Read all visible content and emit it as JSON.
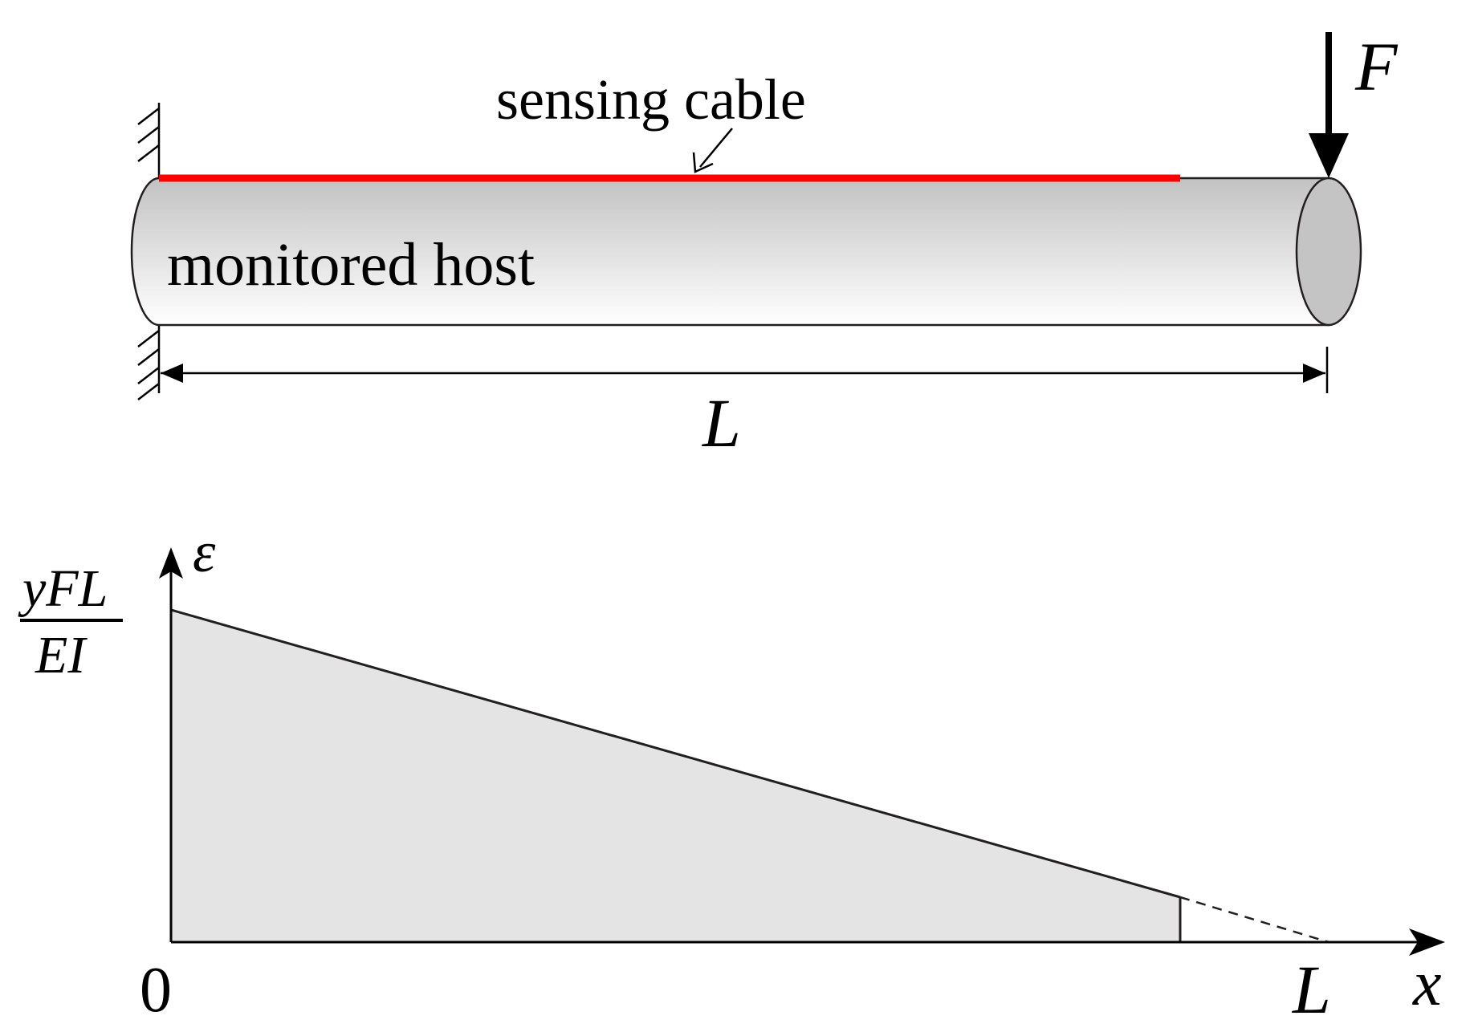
{
  "beam": {
    "cable_label": "sensing cable",
    "host_label": "monitored host",
    "force_label": "F",
    "length_label": "L"
  },
  "plot": {
    "y_axis_label": "ε",
    "y_value_numerator": "yFL",
    "y_value_denominator": "EI",
    "x_axis_label": "x",
    "x_origin_label": "0",
    "x_end_label": "L"
  },
  "colors": {
    "cable": "#ff0000",
    "stroke": "#231f20",
    "fill": "#e3e4e3",
    "cylinder_light": "#ffffff",
    "cylinder_dark": "#c4c4c4"
  }
}
